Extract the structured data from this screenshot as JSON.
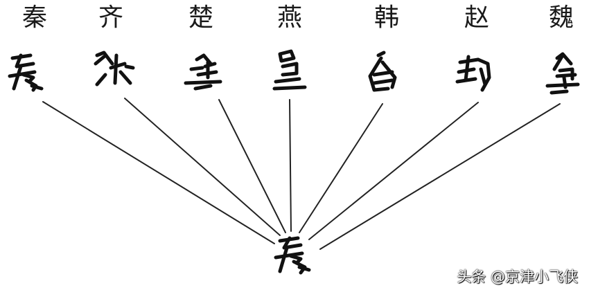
{
  "diagram": {
    "states": [
      {
        "name": "秦"
      },
      {
        "name": "齐"
      },
      {
        "name": "楚"
      },
      {
        "name": "燕"
      },
      {
        "name": "韩"
      },
      {
        "name": "赵"
      },
      {
        "name": "魏"
      }
    ]
  },
  "watermark": {
    "text": "头条 @京津小飞侠"
  },
  "colors": {
    "ink": "#1a1a1a",
    "line": "#222222",
    "background": "#ffffff"
  }
}
